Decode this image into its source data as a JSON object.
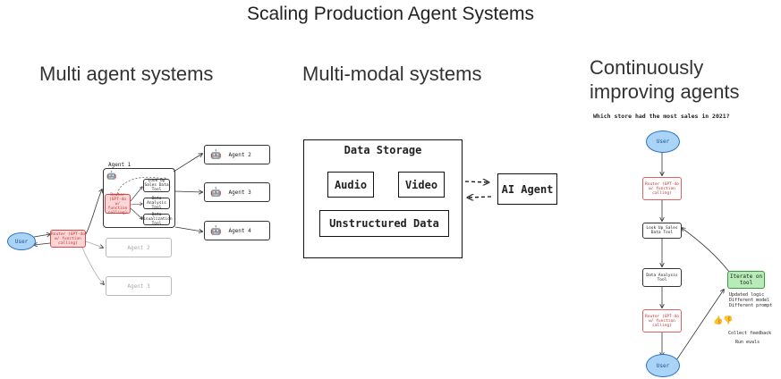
{
  "title": "Scaling Production Agent Systems",
  "sections": {
    "multi_agent": "Multi agent systems",
    "multi_modal": "Multi-modal systems",
    "continuous_line1": "Continuously",
    "continuous_line2": "improving agents"
  },
  "multi_agent": {
    "user": "User",
    "router": "Router (GPT-4o w/ function calling)",
    "agent1_label": "Agent 1",
    "agent1_router": "Router (GPT-4o w/ function calling)",
    "tools": [
      "Look Up Sales Data Tool",
      "Data Analysis Tool",
      "Data Visualization Tool"
    ],
    "agents": [
      "Agent 2",
      "Agent 3",
      "Agent 4"
    ],
    "faded_agents": [
      "Agent 2",
      "Agent 3"
    ]
  },
  "multi_modal": {
    "storage_title": "Data Storage",
    "audio": "Audio",
    "video": "Video",
    "unstructured": "Unstructured Data",
    "ai_agent": "AI Agent"
  },
  "continuous": {
    "question": "Which store had the most sales in 2021?",
    "user_top": "User",
    "router_top": "Router (GPT-4o w/ function calling)",
    "lookup": "Look Up Sales Data Tool",
    "analysis": "Data Analysis Tool",
    "router_bottom": "Router (GPT-4o w/ function calling)",
    "user_bottom": "User",
    "iterate": "Iterate on tool",
    "updates": [
      "Updated logic",
      "Different model",
      "Different prompt"
    ],
    "thumbs": "👍👎",
    "feedback": "Collect feedback",
    "evals": "Run evals"
  },
  "colors": {
    "router_fill": "#fcd6d6",
    "router_stroke": "#d94848",
    "user_fill": "#a9d4f7",
    "iterate_fill": "#b7ecb8"
  }
}
